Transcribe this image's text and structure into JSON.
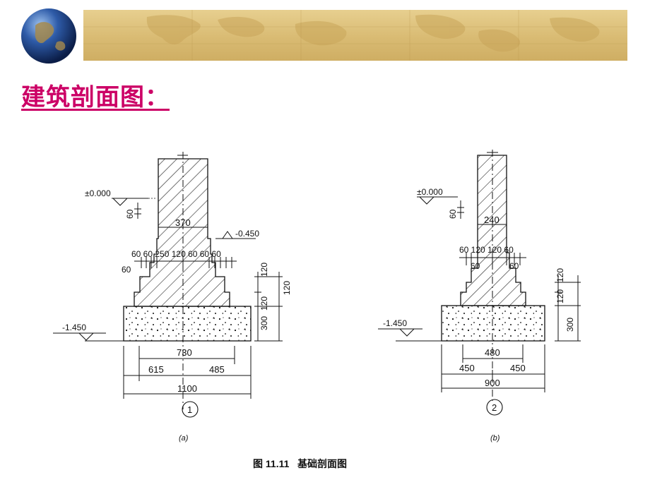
{
  "title": "建筑剖面图：",
  "figure": {
    "caption": "图 11.11   基础剖面图",
    "panel_a": {
      "sublabel": "(a)",
      "axis_marker": "1",
      "elev_top": "±0.000",
      "elev_mid": "-0.450",
      "elev_bottom": "-1.450",
      "dims": {
        "d60_top": "60",
        "wall": "370",
        "steps": "60 60 250 120 60 60 60",
        "step_side": "60",
        "right_120a": "120",
        "right_120b": "120",
        "right_120c": "120",
        "right_300": "300",
        "d730": "730",
        "d615": "615",
        "d485": "485",
        "d1100": "1100"
      }
    },
    "panel_b": {
      "sublabel": "(b)",
      "axis_marker": "2",
      "elev_top": "±0.000",
      "elev_bottom": "-1.450",
      "dims": {
        "d60_top": "60",
        "wall": "240",
        "steps": "60 120 120 60",
        "step_left": "60",
        "step_right": "60",
        "right_120a": "120",
        "right_120b": "120",
        "right_300": "300",
        "d480": "480",
        "d450a": "450",
        "d450b": "450",
        "d900": "900"
      }
    }
  },
  "colors": {
    "title": "#cc0066",
    "map_band": "#dcc07a",
    "ink": "#111111"
  }
}
